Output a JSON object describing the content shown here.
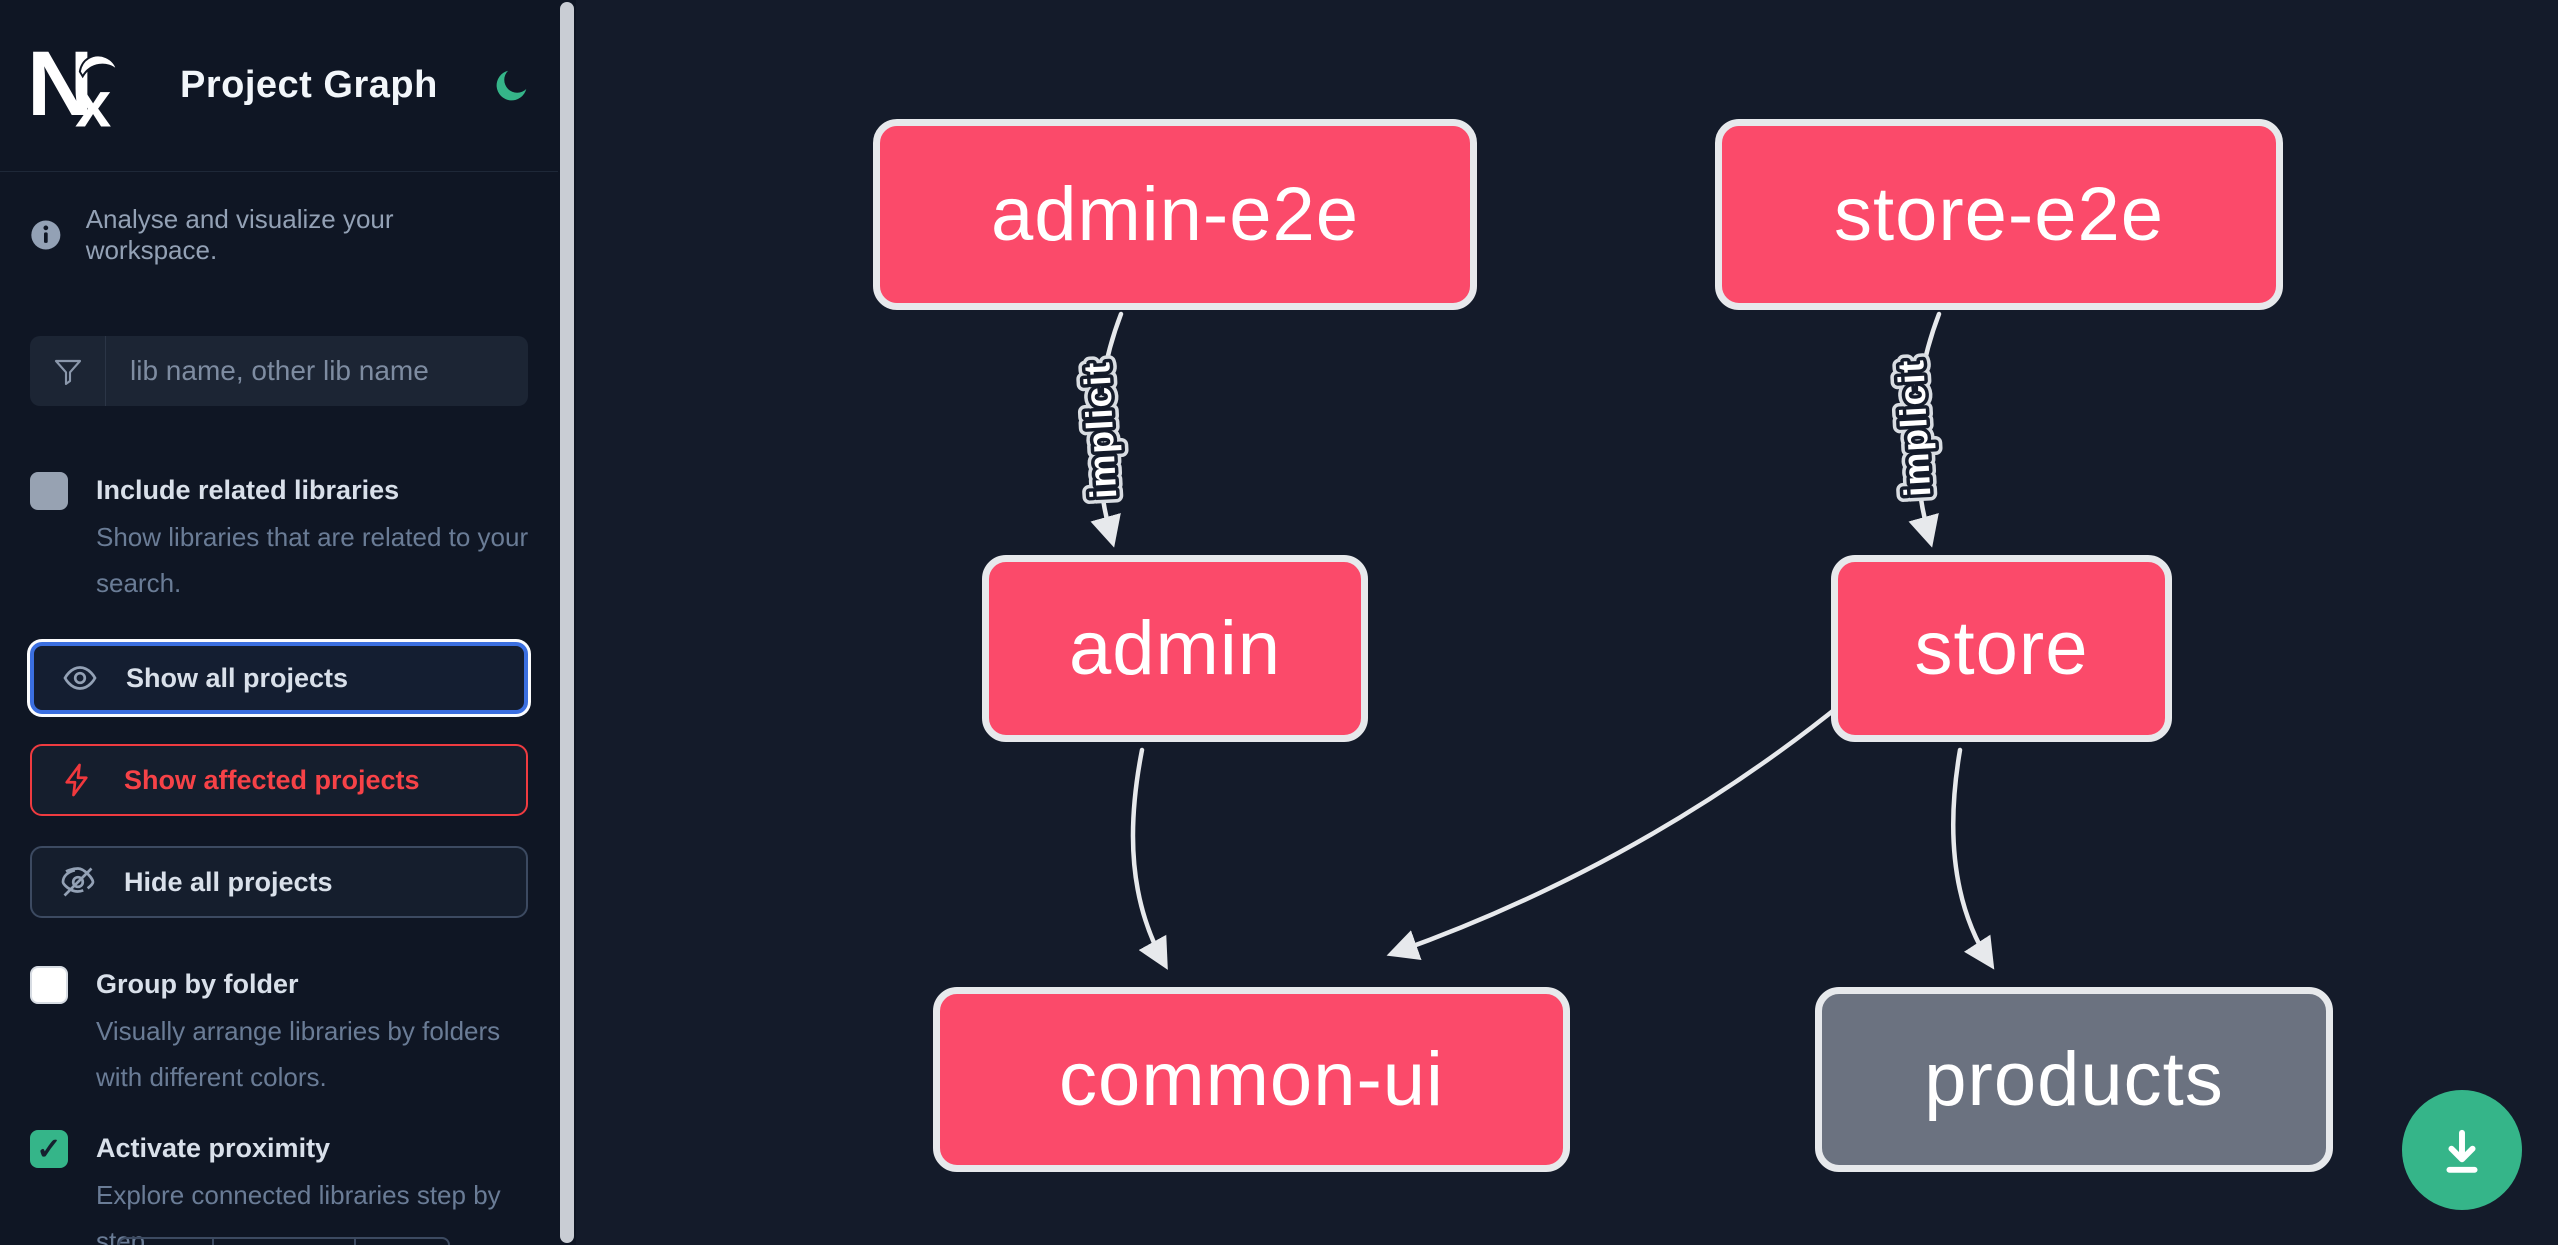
{
  "header": {
    "logo_n": "N",
    "logo_x": "x",
    "title": "Project Graph"
  },
  "colors": {
    "accent_pink": "#fb4a6a",
    "node_gray": "#6b7280",
    "green": "#35b589",
    "focus_blue": "#3b6fe0",
    "danger_red": "#f0383d"
  },
  "sidebar": {
    "info_text": "Analyse and visualize your workspace.",
    "search_placeholder": "lib name, other lib name",
    "include_related": {
      "label": "Include related libraries",
      "description": "Show libraries that are related to your search.",
      "checked": false
    },
    "actions": {
      "show_all": "Show all projects",
      "show_affected": "Show affected projects",
      "hide_all": "Hide all projects"
    },
    "group_by_folder": {
      "label": "Group by folder",
      "description": "Visually arrange libraries by folders with different colors.",
      "checked": false
    },
    "activate_proximity": {
      "label": "Activate proximity",
      "description": "Explore connected libraries step by step.",
      "checked": true,
      "checkmark": "✓"
    }
  },
  "graph": {
    "nodes": [
      {
        "id": "admin-e2e",
        "label": "admin-e2e",
        "color": "pink"
      },
      {
        "id": "store-e2e",
        "label": "store-e2e",
        "color": "pink"
      },
      {
        "id": "admin",
        "label": "admin",
        "color": "pink"
      },
      {
        "id": "store",
        "label": "store",
        "color": "pink"
      },
      {
        "id": "common-ui",
        "label": "common-ui",
        "color": "pink"
      },
      {
        "id": "products",
        "label": "products",
        "color": "gray"
      }
    ],
    "edges": [
      {
        "from": "admin-e2e",
        "to": "admin",
        "label": "implicit"
      },
      {
        "from": "store-e2e",
        "to": "store",
        "label": "implicit"
      },
      {
        "from": "admin",
        "to": "common-ui",
        "label": ""
      },
      {
        "from": "store",
        "to": "common-ui",
        "label": ""
      },
      {
        "from": "store",
        "to": "products",
        "label": ""
      }
    ]
  }
}
